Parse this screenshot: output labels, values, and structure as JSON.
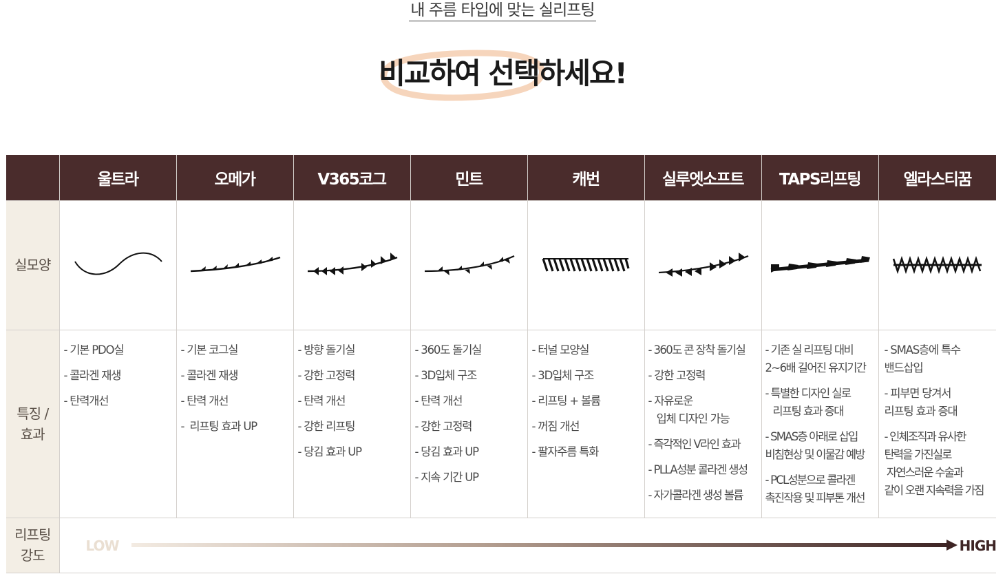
{
  "heading": {
    "subtitle": "내 주름 타입에 맞는 실리프팅",
    "title": "비교하여 선택하세요!"
  },
  "colors": {
    "header_bg": "#4a2c2c",
    "rowhead_bg": "#f3eee5",
    "title_ring": "#f5d3b8",
    "bar_start": "#f3ebe2",
    "bar_end": "#3d2424"
  },
  "columns": [
    "울트라",
    "오메가",
    "V365코그",
    "민트",
    "캐번",
    "실루엣소프트",
    "TAPS리프팅",
    "엘라스티꿈"
  ],
  "thread_icons": [
    "smooth-thread-icon",
    "cog-thread-icon",
    "bidirectional-cog-thread-icon",
    "360-cog-thread-icon",
    "tunnel-thread-icon",
    "cone-thread-icon",
    "taps-thread-icon",
    "elastic-band-thread-icon"
  ],
  "row_labels": {
    "shape": "실모양",
    "features": "특징 / 효과",
    "intensity": "리프팅 강도"
  },
  "features": [
    [
      "- 기본 PDO실",
      "- 콜라겐 재생",
      "- 탄력개선"
    ],
    [
      "- 기본 코그실",
      "- 콜라겐 재생",
      "- 탄력 개선",
      "-  리프팅 효과 UP"
    ],
    [
      "- 방향 돌기실",
      "- 강한 고정력",
      "- 탄력 개선",
      "- 강한 리프팅",
      "- 당김 효과 UP"
    ],
    [
      "- 360도 돌기실",
      "- 3D입체 구조",
      "- 탄력 개선",
      "- 강한 고정력",
      "- 당김 효과 UP",
      "- 지속 기간 UP"
    ],
    [
      "- 터널 모양실",
      "- 3D입체 구조",
      "- 리프팅 + 볼륨",
      "- 꺼짐 개선",
      "- 팔자주름 특화"
    ],
    [
      "- 360도 콘 장착 돌기실",
      "- 강한 고정력",
      "- 자유로운\n   입체 디자인 가능",
      "- 즉각적인 V라인 효과",
      "- PLLA성분 콜라겐 생성",
      "- 자가콜라겐 생성 볼륨"
    ],
    [
      "- 기존 실 리프팅 대비\n2~6배 길어진 유지기간",
      "- 특별한 디자인 실로\n   리프팅 효과 증대",
      "- SMAS층 아래로 삽입\n비침현상 및 이물감 예방",
      "- PCL성분으로 콜라겐\n촉진작용 및 피부톤 개선"
    ],
    [
      "- SMAS층에 특수\n밴드삽입",
      "- 피부면 당겨서\n리프팅 효과 증대",
      "- 인체조직과 유사한\n탄력을 가진실로\n 자연스러운 수술과\n같이 오랜 지속력을 가짐"
    ]
  ],
  "intensity": {
    "low": "LOW",
    "high": "HIGH"
  }
}
